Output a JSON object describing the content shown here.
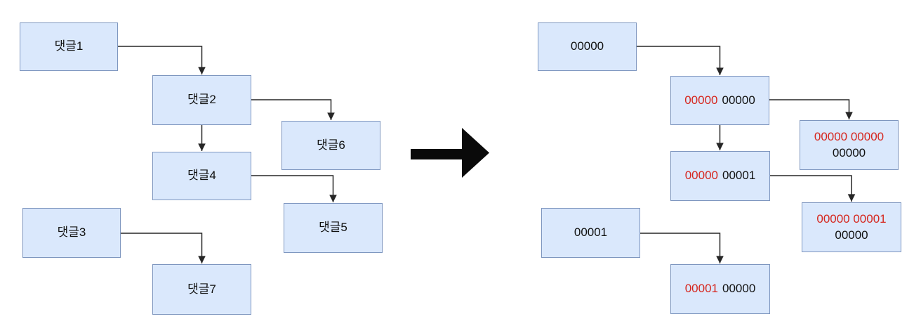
{
  "diagram": {
    "description_colors": {
      "node_fill": "#dae8fc",
      "node_border": "#7e96bf",
      "connector": "#262626",
      "text_black": "#111111",
      "text_red": "#d6261e",
      "transform_arrow": "#0a0a0a",
      "background": "#ffffff"
    },
    "icons": {
      "transform_arrow": "thick-right-arrow-icon"
    },
    "left_tree": {
      "nodes": [
        {
          "label": "댓글1"
        },
        {
          "label": "댓글2"
        },
        {
          "label": "댓글4"
        },
        {
          "label": "댓글6"
        },
        {
          "label": "댓글5"
        },
        {
          "label": "댓글3"
        },
        {
          "label": "댓글7"
        }
      ]
    },
    "right_tree": {
      "nodes": [
        {
          "lines": [
            {
              "parts": [
                {
                  "text": "00000",
                  "color": "black"
                }
              ]
            }
          ]
        },
        {
          "lines": [
            {
              "parts": [
                {
                  "text": "00000",
                  "color": "red"
                },
                {
                  "text": "00000",
                  "color": "black"
                }
              ]
            }
          ]
        },
        {
          "lines": [
            {
              "parts": [
                {
                  "text": "00000",
                  "color": "red"
                },
                {
                  "text": "00001",
                  "color": "black"
                }
              ]
            }
          ]
        },
        {
          "lines": [
            {
              "parts": [
                {
                  "text": "00000 00000",
                  "color": "red"
                }
              ]
            },
            {
              "parts": [
                {
                  "text": "00000",
                  "color": "black"
                }
              ]
            }
          ]
        },
        {
          "lines": [
            {
              "parts": [
                {
                  "text": "00000 00001",
                  "color": "red"
                }
              ]
            },
            {
              "parts": [
                {
                  "text": "00000",
                  "color": "black"
                }
              ]
            }
          ]
        },
        {
          "lines": [
            {
              "parts": [
                {
                  "text": "00001",
                  "color": "black"
                }
              ]
            }
          ]
        },
        {
          "lines": [
            {
              "parts": [
                {
                  "text": "00001",
                  "color": "red"
                },
                {
                  "text": "00000",
                  "color": "black"
                }
              ]
            }
          ]
        }
      ]
    }
  }
}
